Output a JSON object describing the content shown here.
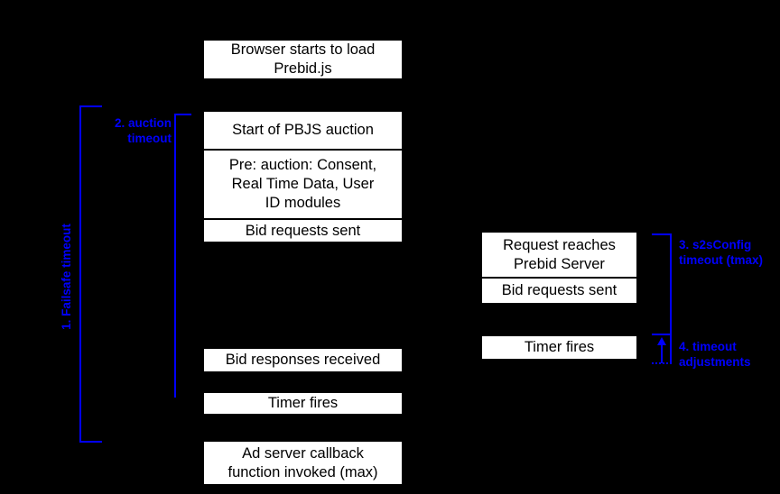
{
  "theme": {
    "background": "#000000",
    "accent": "#0000ff",
    "box_fill": "#ffffff",
    "box_text": "#000000"
  },
  "diagram": {
    "client_timeline": {
      "browser_load": "Browser starts to load\nPrebid.js",
      "auction_start": "Start of PBJS auction",
      "pre_auction_modules": "Pre: auction: Consent,\nReal Time Data, User\nID modules",
      "bid_requests_sent": "Bid requests sent",
      "bid_responses_received": "Bid responses received",
      "timer_fires": "Timer fires",
      "ad_server_callback": "Ad server callback\nfunction invoked (max)"
    },
    "server_timeline": {
      "request_reaches_server": "Request reaches\nPrebid Server",
      "bid_requests_sent": "Bid requests sent",
      "timer_fires": "Timer fires"
    },
    "annotations": {
      "failsafe_timeout": "1. Failsafe timeout",
      "auction_timeout": "2. auction\ntimeout",
      "s2s_timeout": "3. s2sConfig\ntimeout (tmax)",
      "timeout_adjustments": "4. timeout\nadjustments"
    }
  }
}
